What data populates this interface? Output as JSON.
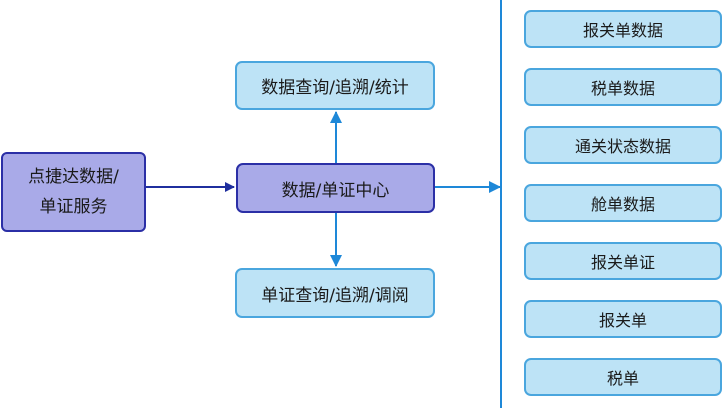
{
  "source": {
    "line1": "点捷达数据/",
    "line2": "单证服务"
  },
  "hub": {
    "label": "数据/单证中心"
  },
  "top_box": {
    "label": "数据查询/追溯/统计"
  },
  "bottom_box": {
    "label": "单证查询/追溯/调阅"
  },
  "outputs": [
    {
      "label": "报关单数据"
    },
    {
      "label": "税单数据"
    },
    {
      "label": "通关状态数据"
    },
    {
      "label": "舱单数据"
    },
    {
      "label": "报关单证"
    },
    {
      "label": "报关单"
    },
    {
      "label": "税单"
    }
  ],
  "colors": {
    "purple_fill": "#a9aae8",
    "purple_border": "#2b2fa6",
    "blue_fill": "#bde3f6",
    "blue_border": "#4aa6de",
    "arrow_dark": "#1f2f9e",
    "arrow_light": "#1e88d8"
  }
}
